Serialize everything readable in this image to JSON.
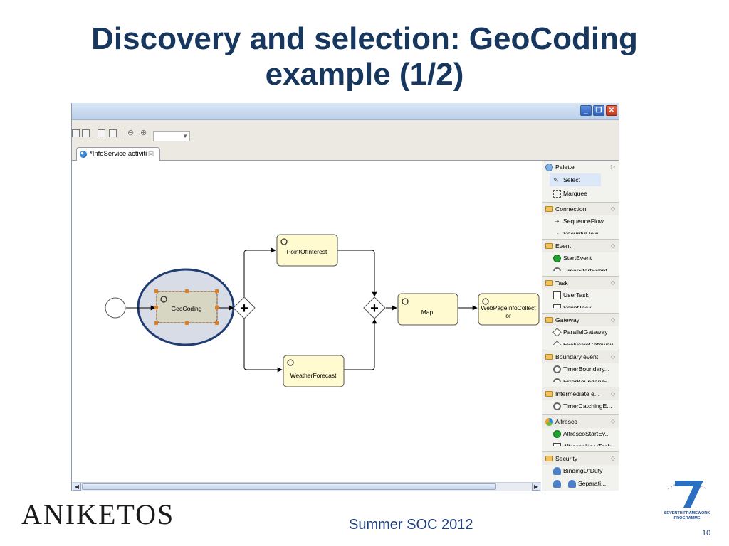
{
  "slide": {
    "title_line1": "Discovery and selection: GeoCoding",
    "title_line2": "example (1/2)",
    "footer": "Summer SOC 2012",
    "page_number": "10",
    "logo": "ANIKETOS",
    "fp7_label_1": "SEVENTH FRAMEWORK",
    "fp7_label_2": "PROGRAMME"
  },
  "window": {
    "minimize_label": "_",
    "restore_label": "❐",
    "close_label": "✕"
  },
  "editor_tab": {
    "label": "*InfoService.activiti",
    "close": "☒"
  },
  "diagram": {
    "tasks": {
      "geocoding": "GeoCoding",
      "point_of_interest": "PointOfInterest",
      "weather_forecast": "WeatherForecast",
      "map": "Map",
      "webpage_line1": "WebPageInfoCollect",
      "webpage_line2": "or"
    },
    "gateway_symbol": "+"
  },
  "palette": {
    "title": "Palette",
    "tools": [
      "Select",
      "Marquee"
    ],
    "groups": {
      "connection": {
        "label": "Connection",
        "items": [
          "SequenceFlow",
          "SecurityFlow"
        ]
      },
      "event": {
        "label": "Event",
        "items": [
          "StartEvent",
          "TimerStartEvent"
        ]
      },
      "task": {
        "label": "Task",
        "items": [
          "UserTask",
          "ScriptTask"
        ]
      },
      "gateway": {
        "label": "Gateway",
        "items": [
          "ParallelGateway",
          "ExclusiveGateway"
        ]
      },
      "boundary": {
        "label": "Boundary event",
        "items": [
          "TimerBoundary...",
          "ErrorBoundaryE..."
        ]
      },
      "intermediate": {
        "label": "Intermediate e...",
        "items": [
          "TimerCatchingE..."
        ]
      },
      "alfresco": {
        "label": "Alfresco",
        "items": [
          "AlfrescoStartEv...",
          "AlfrescoUserTask"
        ]
      },
      "security": {
        "label": "Security",
        "items": [
          "BindingOfDuty",
          "Separati..."
        ]
      }
    }
  },
  "colors": {
    "title": "#17375e",
    "task_fill": "#fffad0",
    "selected_task_fill": "#d6d6c2",
    "highlight_ellipse": "#d8dce6",
    "footer": "#1f3f7f"
  }
}
